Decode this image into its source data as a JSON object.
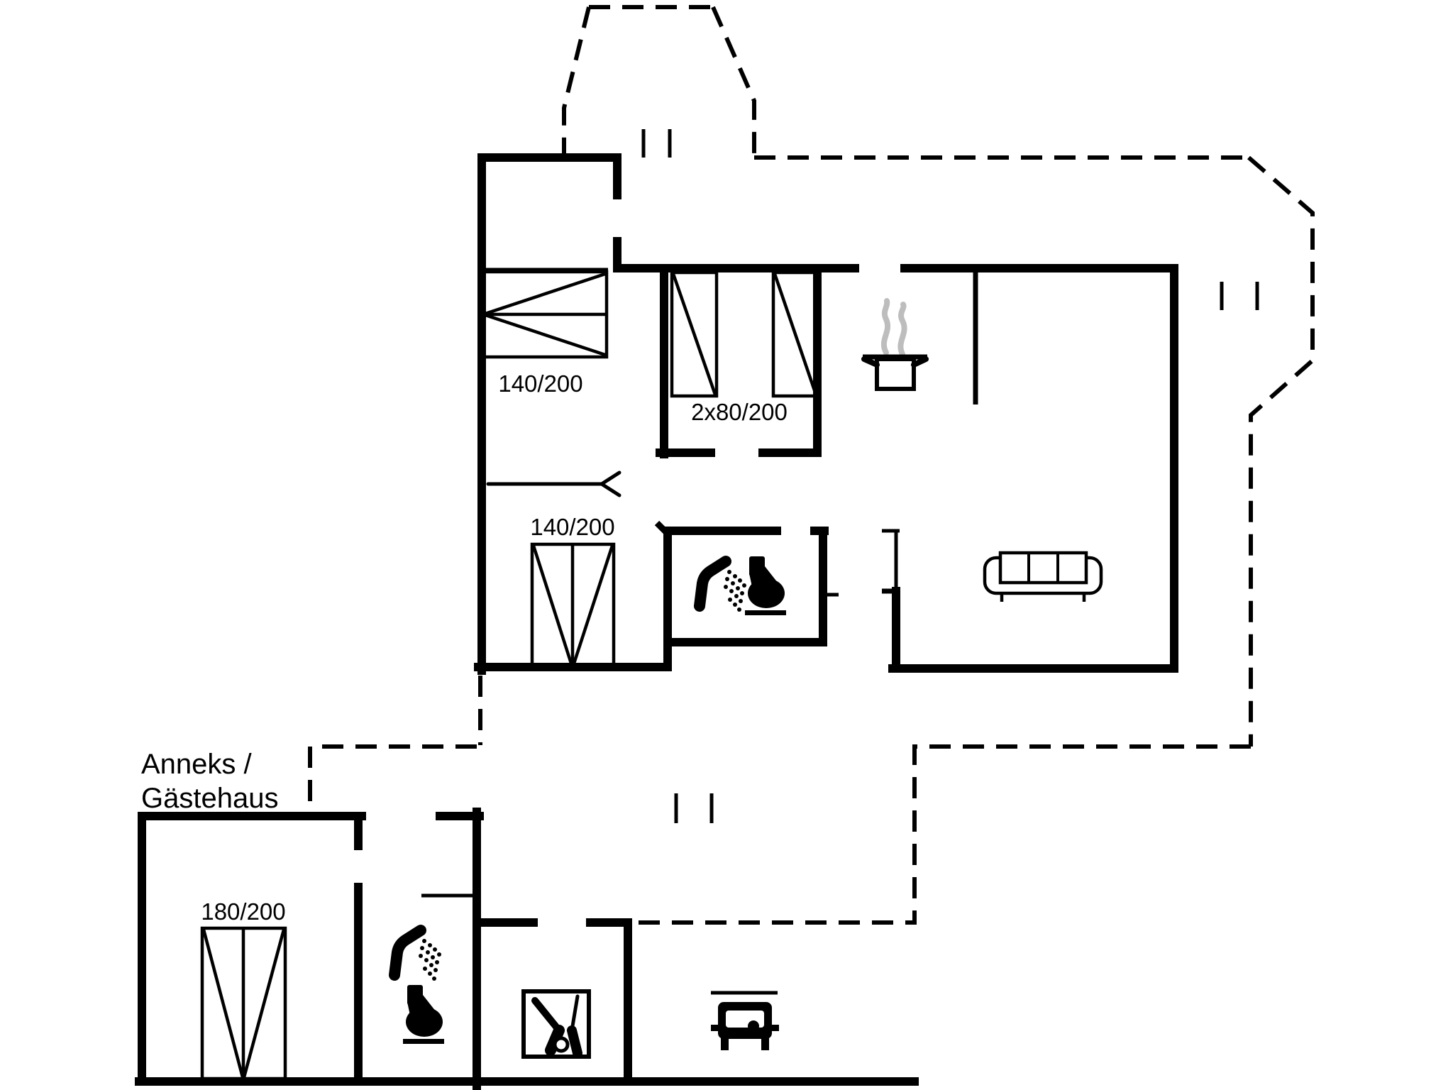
{
  "plan": {
    "annex_heading": {
      "line1": "Anneks /",
      "line2": "Gästehaus"
    },
    "dimension_labels": {
      "bed_double_top": "140/200",
      "beds_twin": "2x80/200",
      "bed_double_lower": "140/200",
      "bed_annex": "180/200"
    },
    "colors": {
      "wall": "#000000",
      "background": "#ffffff",
      "steam": "#bdbdbd"
    },
    "legend": {
      "solid_walls": "exterior and interior walls",
      "dashed_lines": "terrace / plot outline",
      "tick_pairs": "openings in terrace edge"
    }
  }
}
